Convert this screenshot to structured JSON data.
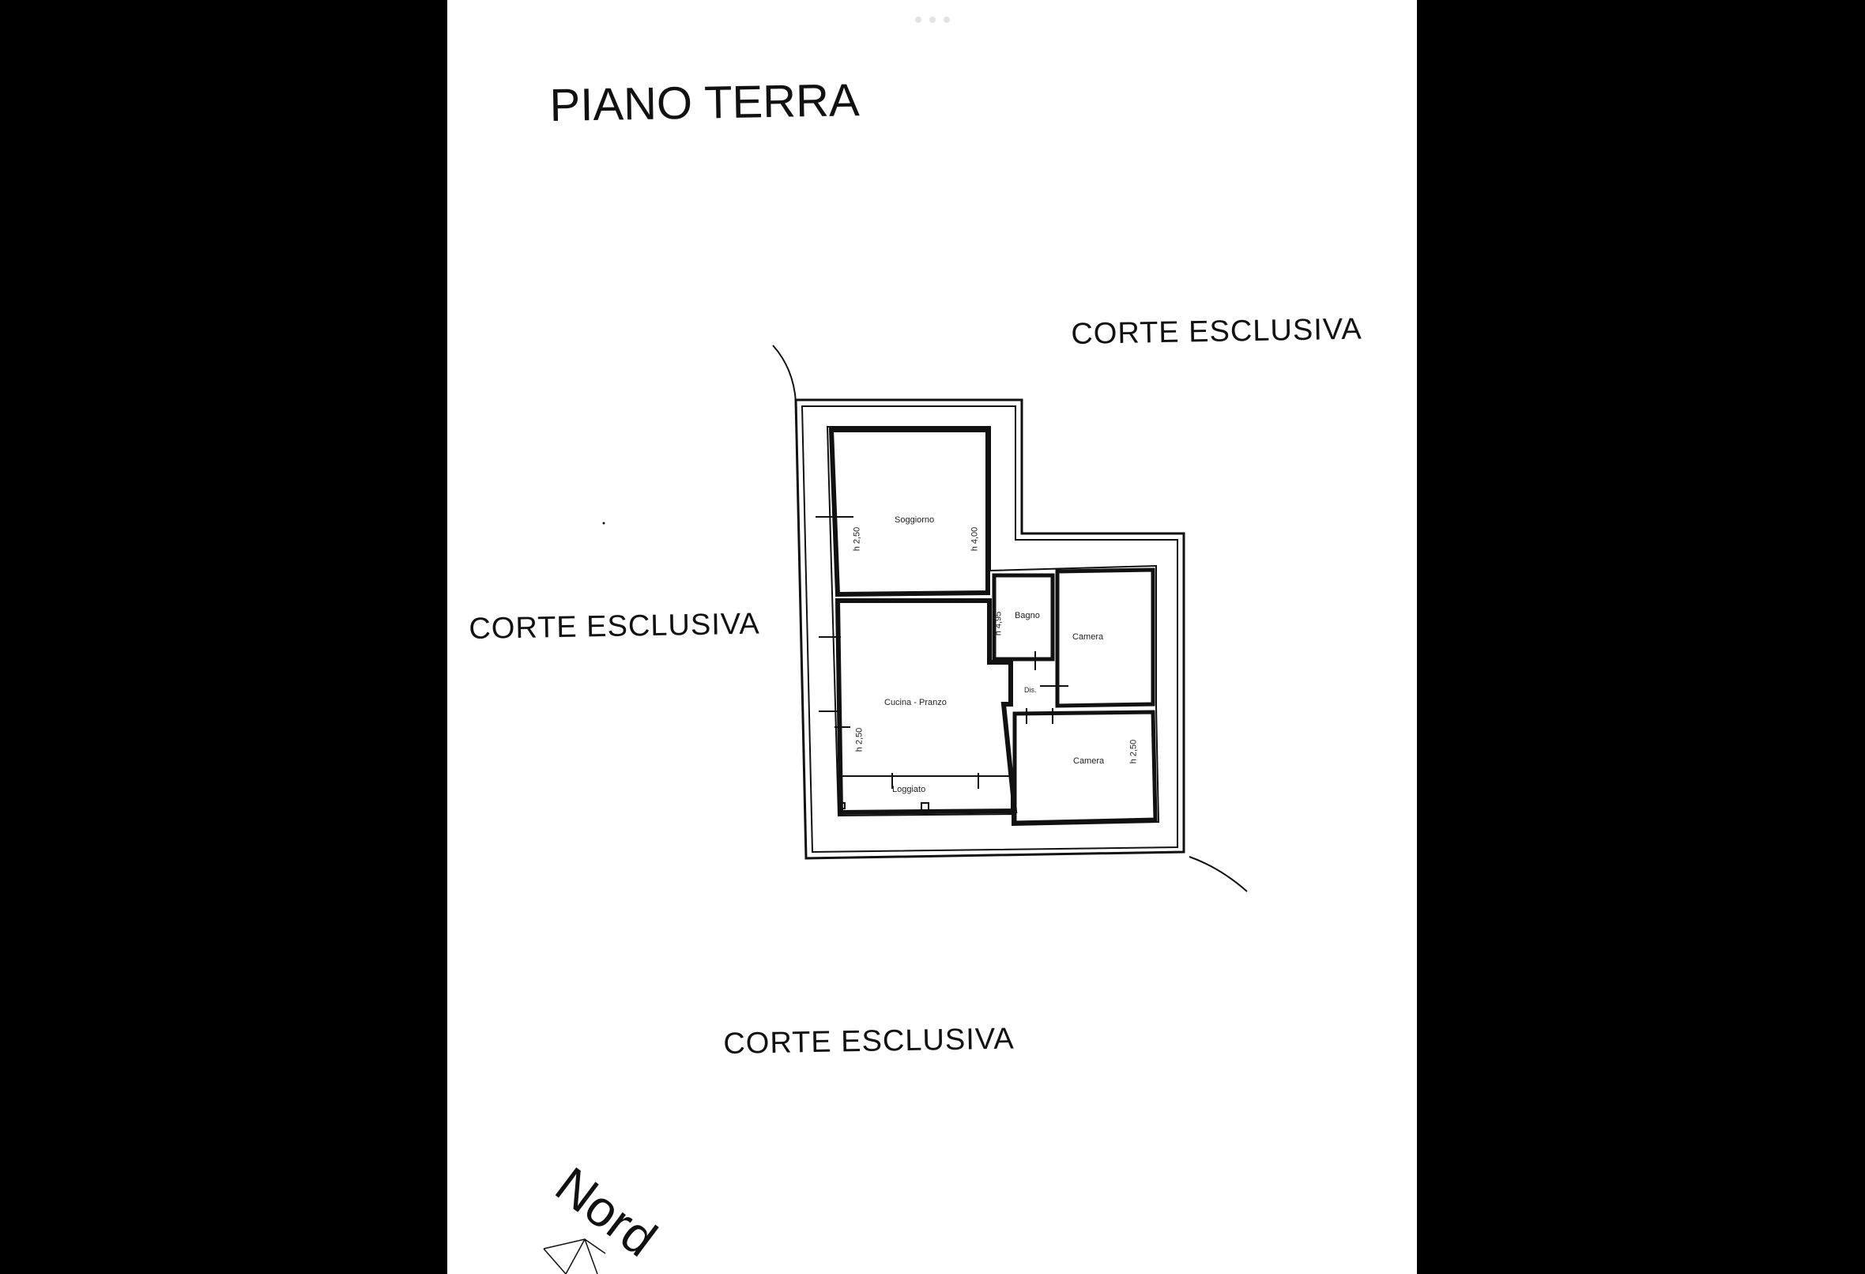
{
  "title": "PIANO TERRA",
  "labels": {
    "corte_top": "CORTE ESCLUSIVA",
    "corte_left": "CORTE ESCLUSIVA",
    "corte_bottom": "CORTE ESCLUSIVA",
    "nord": "Nord"
  },
  "rooms": {
    "soggiorno": "Soggiorno",
    "cucina_pranzo": "Cucina - Pranzo",
    "bagno": "Bagno",
    "camera_upper": "Camera",
    "camera_lower": "Camera",
    "loggiato": "Loggiato",
    "disimpegno": "Dis."
  },
  "heights": {
    "soggiorno_left": "h 2,50",
    "soggiorno_right": "h 4,00",
    "bagno": "h 4,95",
    "cucina": "h 2,50",
    "camera_lower": "h 2,50"
  },
  "colors": {
    "sheet": "#ffffff",
    "background": "#000000",
    "ink": "#111111"
  }
}
